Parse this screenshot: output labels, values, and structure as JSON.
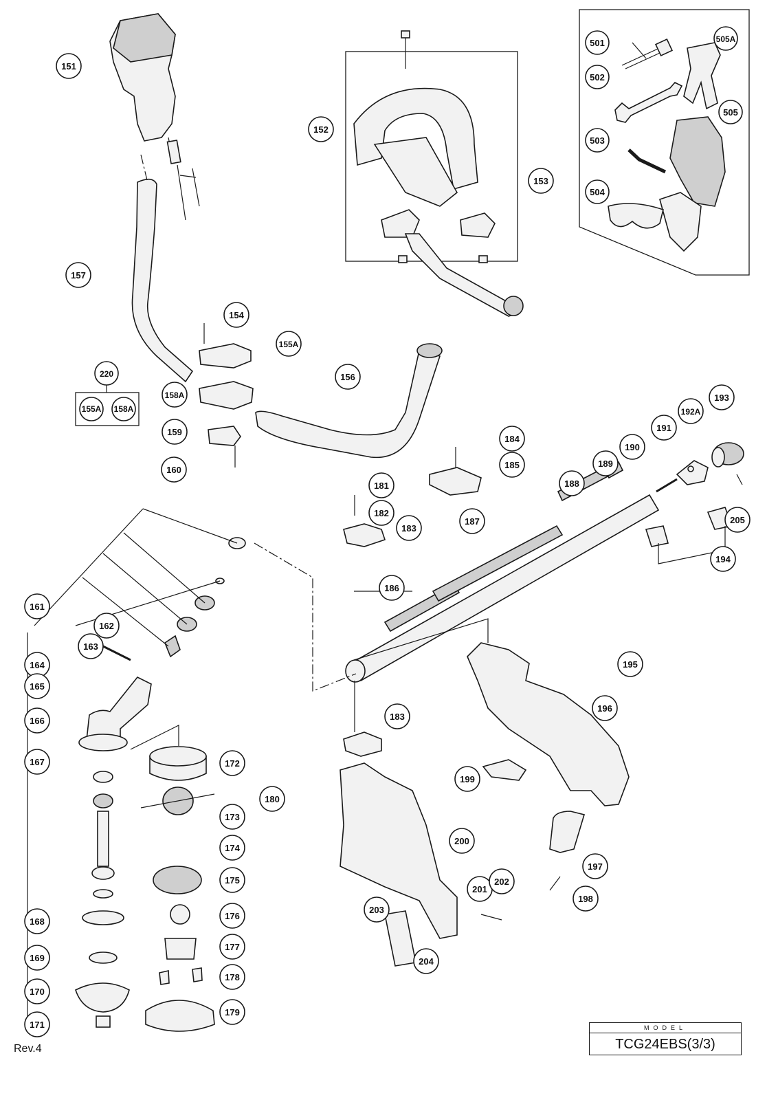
{
  "revision": "Rev.4",
  "model": {
    "caption": "MODEL",
    "name": "TCG24EBS(3/3)"
  },
  "kit_220": {
    "label": "220",
    "items": [
      "155A",
      "158A"
    ]
  },
  "accessory_box_labels": [
    "501",
    "505A",
    "502",
    "505",
    "503",
    "504"
  ],
  "callouts": [
    {
      "id": "151"
    },
    {
      "id": "152"
    },
    {
      "id": "153"
    },
    {
      "id": "154"
    },
    {
      "id": "155A"
    },
    {
      "id": "156"
    },
    {
      "id": "157"
    },
    {
      "id": "158A"
    },
    {
      "id": "159"
    },
    {
      "id": "160"
    },
    {
      "id": "161"
    },
    {
      "id": "162"
    },
    {
      "id": "163"
    },
    {
      "id": "164"
    },
    {
      "id": "165"
    },
    {
      "id": "166"
    },
    {
      "id": "167"
    },
    {
      "id": "168"
    },
    {
      "id": "169"
    },
    {
      "id": "170"
    },
    {
      "id": "171"
    },
    {
      "id": "172"
    },
    {
      "id": "173"
    },
    {
      "id": "174"
    },
    {
      "id": "175"
    },
    {
      "id": "176"
    },
    {
      "id": "177"
    },
    {
      "id": "178"
    },
    {
      "id": "179"
    },
    {
      "id": "180"
    },
    {
      "id": "181"
    },
    {
      "id": "182"
    },
    {
      "id": "183"
    },
    {
      "id": "183"
    },
    {
      "id": "184"
    },
    {
      "id": "185"
    },
    {
      "id": "186"
    },
    {
      "id": "187"
    },
    {
      "id": "188"
    },
    {
      "id": "189"
    },
    {
      "id": "190"
    },
    {
      "id": "191"
    },
    {
      "id": "192A"
    },
    {
      "id": "193"
    },
    {
      "id": "194"
    },
    {
      "id": "195"
    },
    {
      "id": "196"
    },
    {
      "id": "197"
    },
    {
      "id": "198"
    },
    {
      "id": "199"
    },
    {
      "id": "200"
    },
    {
      "id": "201"
    },
    {
      "id": "202"
    },
    {
      "id": "203"
    },
    {
      "id": "204"
    },
    {
      "id": "205"
    }
  ]
}
